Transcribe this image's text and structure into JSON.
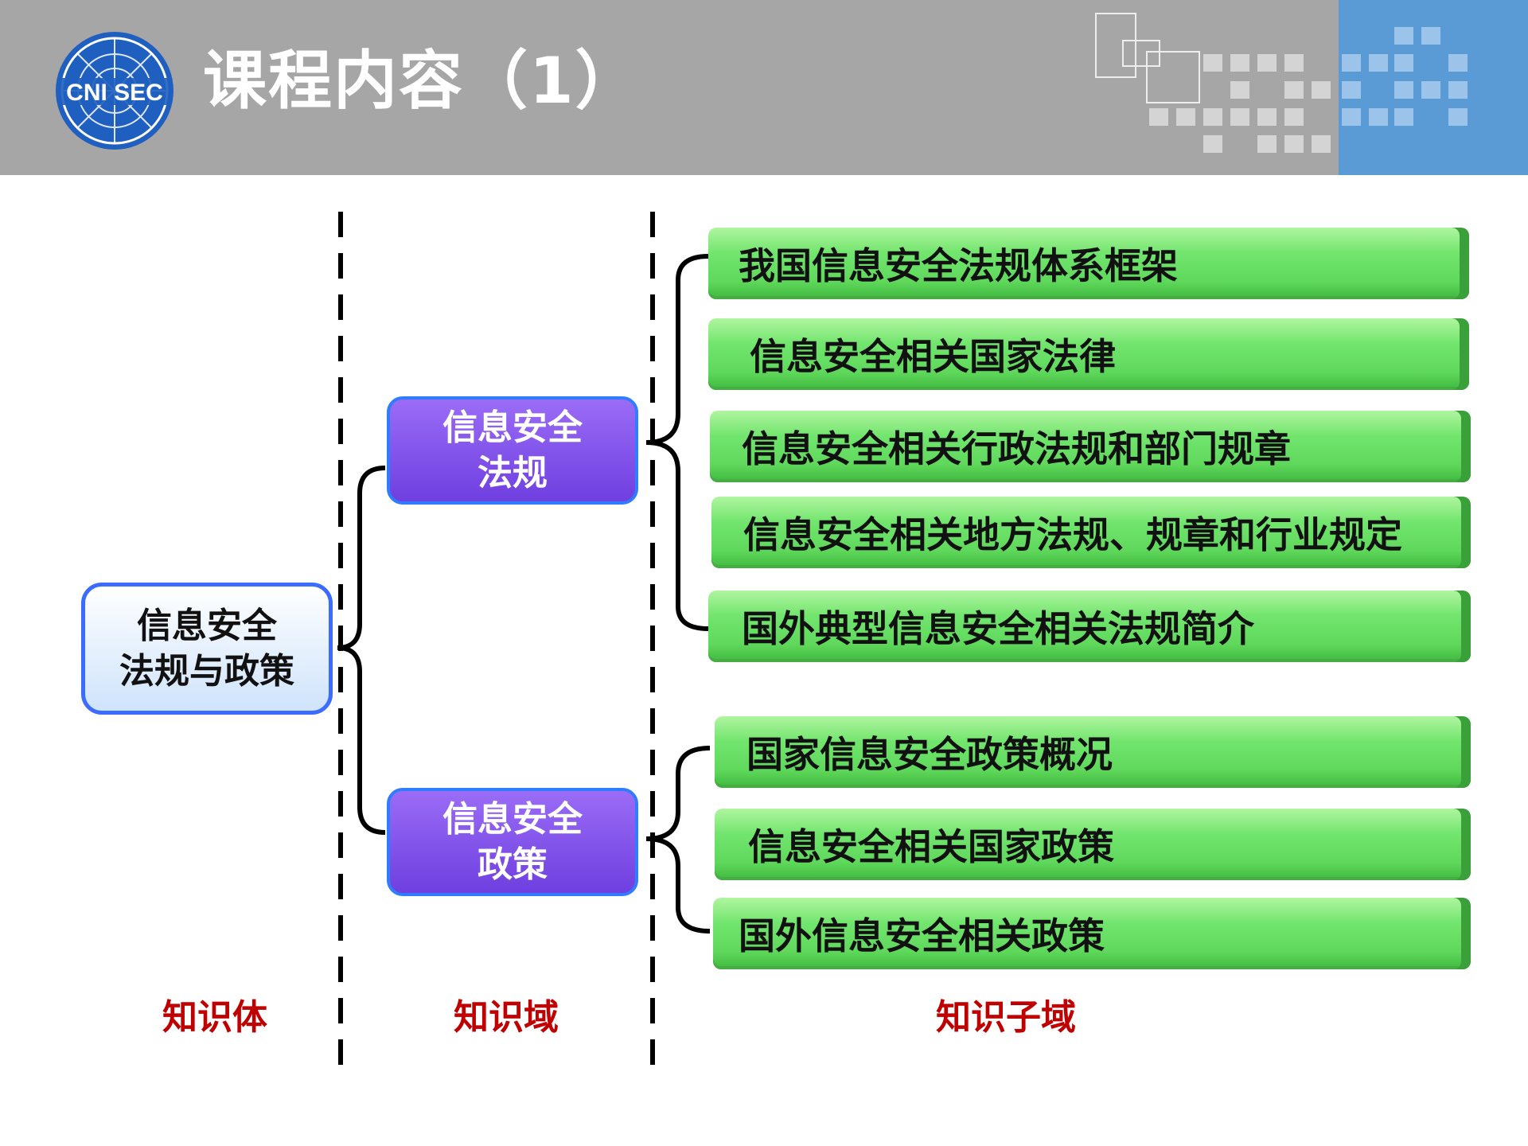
{
  "header": {
    "title": "课程内容（1）",
    "logo_text": "CNI SEC"
  },
  "diagram": {
    "root": {
      "line1": "信息安全",
      "line2": "法规与政策"
    },
    "domains": [
      {
        "line1": "信息安全",
        "line2": "法规"
      },
      {
        "line1": "信息安全",
        "line2": "政策"
      }
    ],
    "subdomains_laws": [
      "我国信息安全法规体系框架",
      "信息安全相关国家法律",
      "信息安全相关行政法规和部门规章",
      "信息安全相关地方法规、规章和行业规定",
      "国外典型信息安全相关法规简介"
    ],
    "subdomains_policies": [
      "国家信息安全政策概况",
      "信息安全相关国家政策",
      "国外信息安全相关政策"
    ]
  },
  "columns": {
    "body": "知识体",
    "domain": "知识域",
    "subdomain": "知识子域"
  },
  "colors": {
    "header_gray": "#a6a6a6",
    "header_blue": "#5b9bd5",
    "domain_purple": "#7f4fe8",
    "subdomain_green": "#6ae06a",
    "label_red": "#c00000"
  }
}
